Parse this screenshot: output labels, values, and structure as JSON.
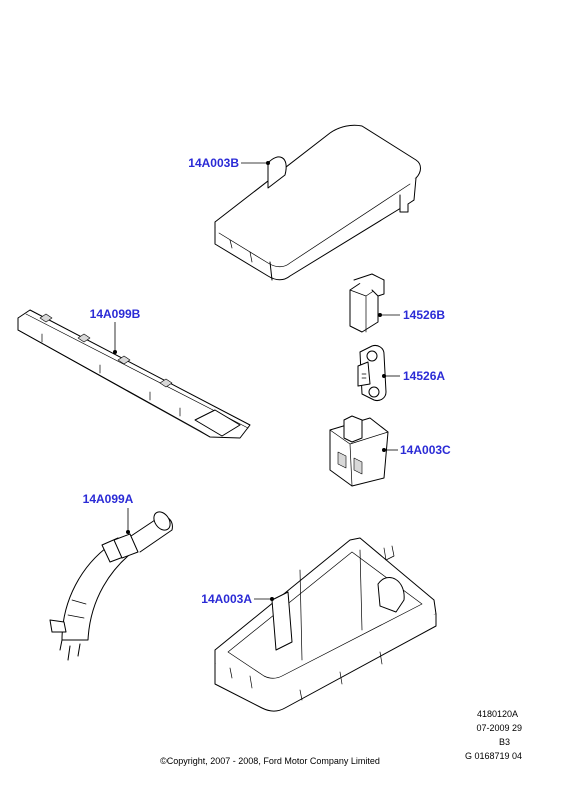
{
  "parts": {
    "cover": "14A003B",
    "bracket": "14A099B",
    "fuse_b": "14526B",
    "fuse_a": "14526A",
    "connector": "14A003C",
    "grommet": "14A099A",
    "box": "14A003A"
  },
  "meta": {
    "ref_code": "4180120A",
    "date_line": "07-2009 29",
    "rev": "B3",
    "doc_id": "G 0168719 04",
    "copyright": "©Copyright, 2007 - 2008, Ford Motor Company Limited"
  },
  "colors": {
    "label": "#2b2bd6",
    "line": "#000000",
    "background": "#ffffff"
  }
}
